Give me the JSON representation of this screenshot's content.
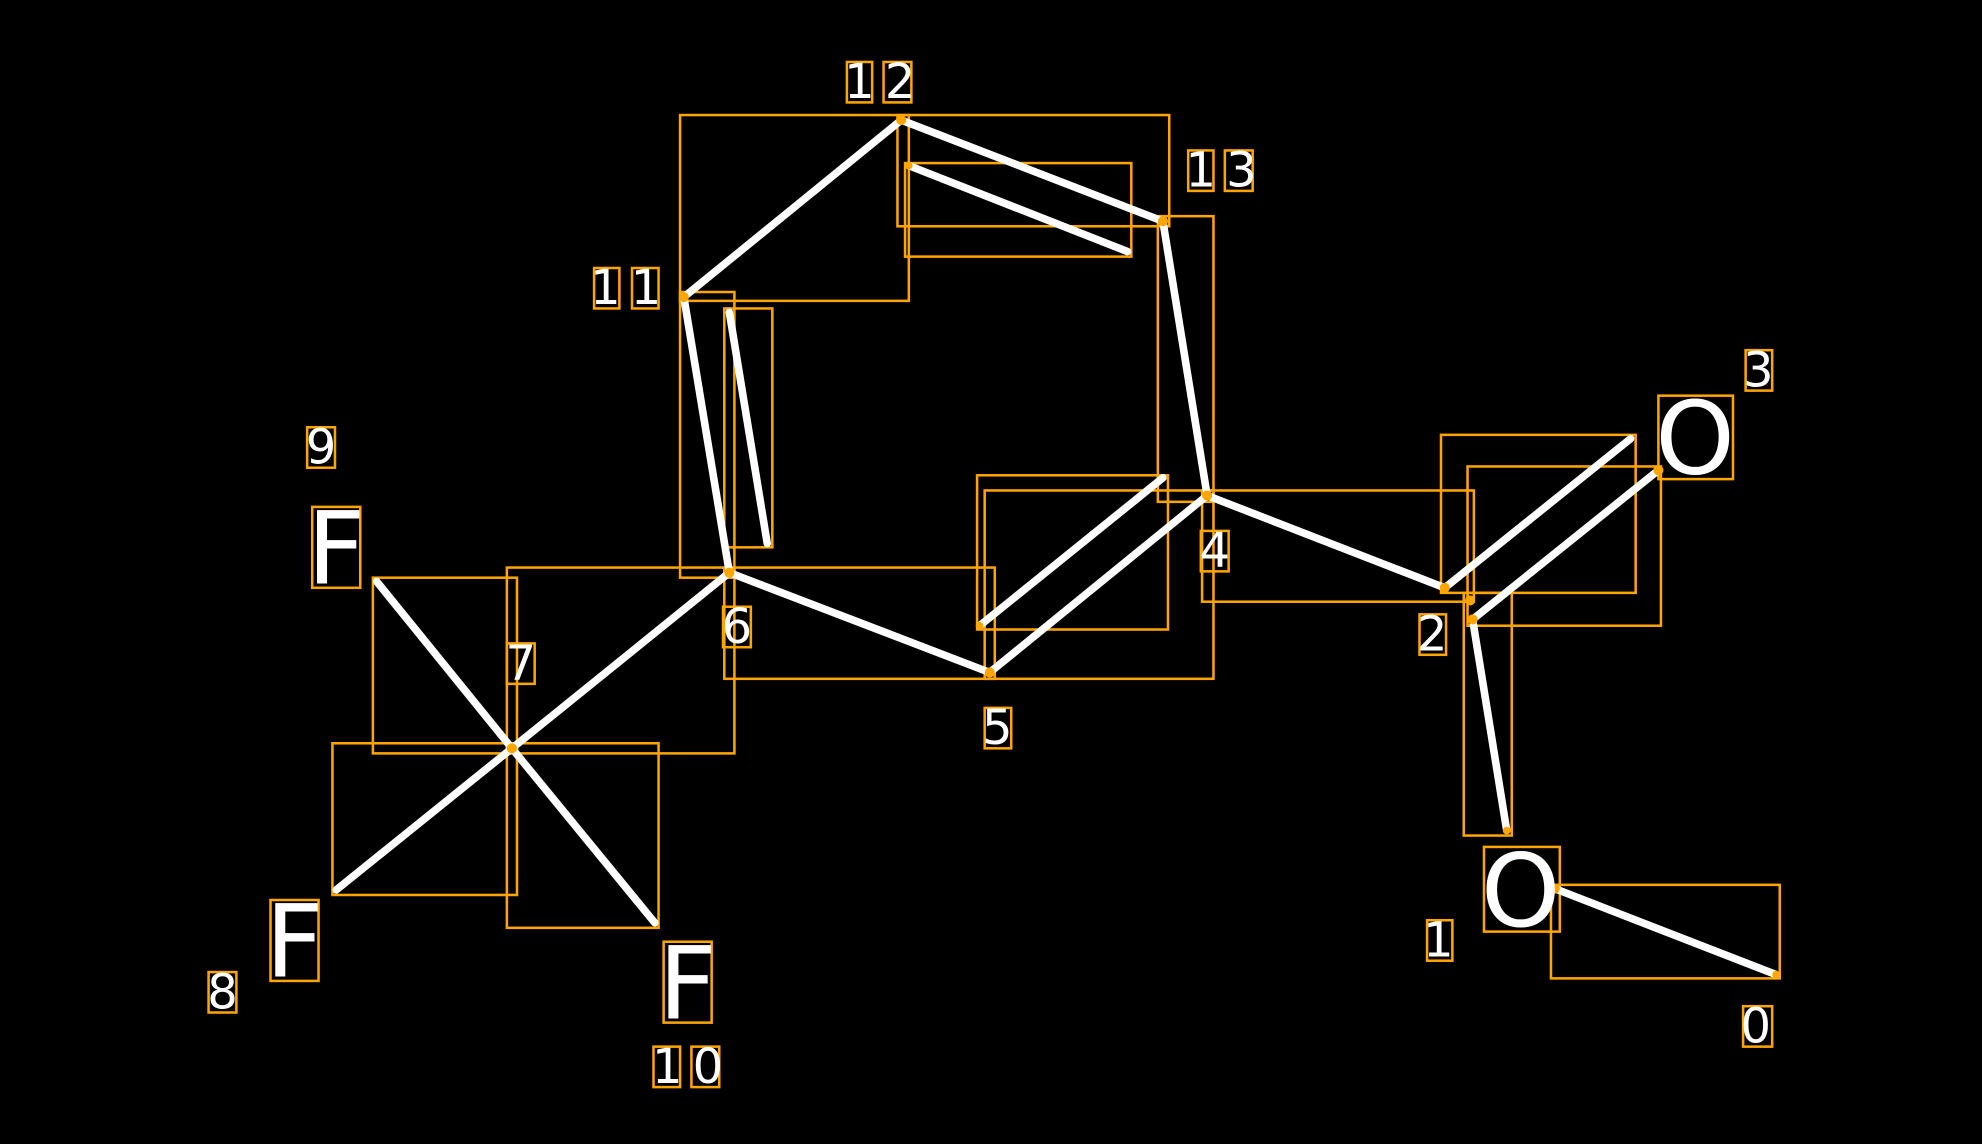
{
  "colors": {
    "background": "#000000",
    "bond": "#FFFFFF",
    "annotation": "#FFA500"
  },
  "atoms": {
    "F9": "F",
    "F8": "F",
    "F10": "F",
    "O3": "O",
    "O1": "O"
  },
  "indices": {
    "i0": "0",
    "i1": "1",
    "i2": "2",
    "i3": "3",
    "i4": "4",
    "i5": "5",
    "i6": "6",
    "i7": "7",
    "i8": "8",
    "i9": "9",
    "i10": "10",
    "i11": "11",
    "i12": "12",
    "i13": "13"
  }
}
